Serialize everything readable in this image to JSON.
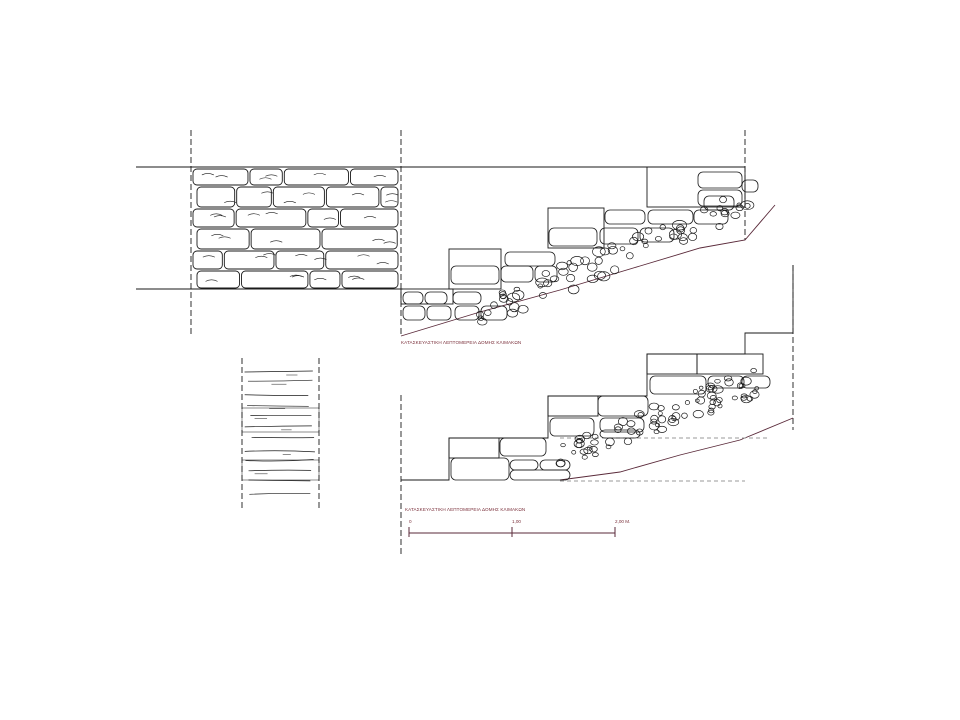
{
  "drawing": {
    "caption_top": "ΚΑΤΑΣΚΕΥΑΣΤΙΚΗ ΛΕΠΤΟΜΕΡΕΙΑ ΔΟΜΗΣ ΚΛΙΜΑΚΩΝ",
    "caption_bottom": "ΚΑΤΑΣΚΕΥΑΣΤΙΚΗ ΛΕΠΤΟΜΕΡΕΙΑ ΔΟΜΗΣ ΚΛΙΜΑΚΩΝ",
    "scale_labels": [
      "0",
      "1,00",
      "2,00 Μ."
    ]
  },
  "colors": {
    "line": "#1a1a1a",
    "accent": "#5a2a3a",
    "dashed_ground": "#9a9a9a"
  }
}
